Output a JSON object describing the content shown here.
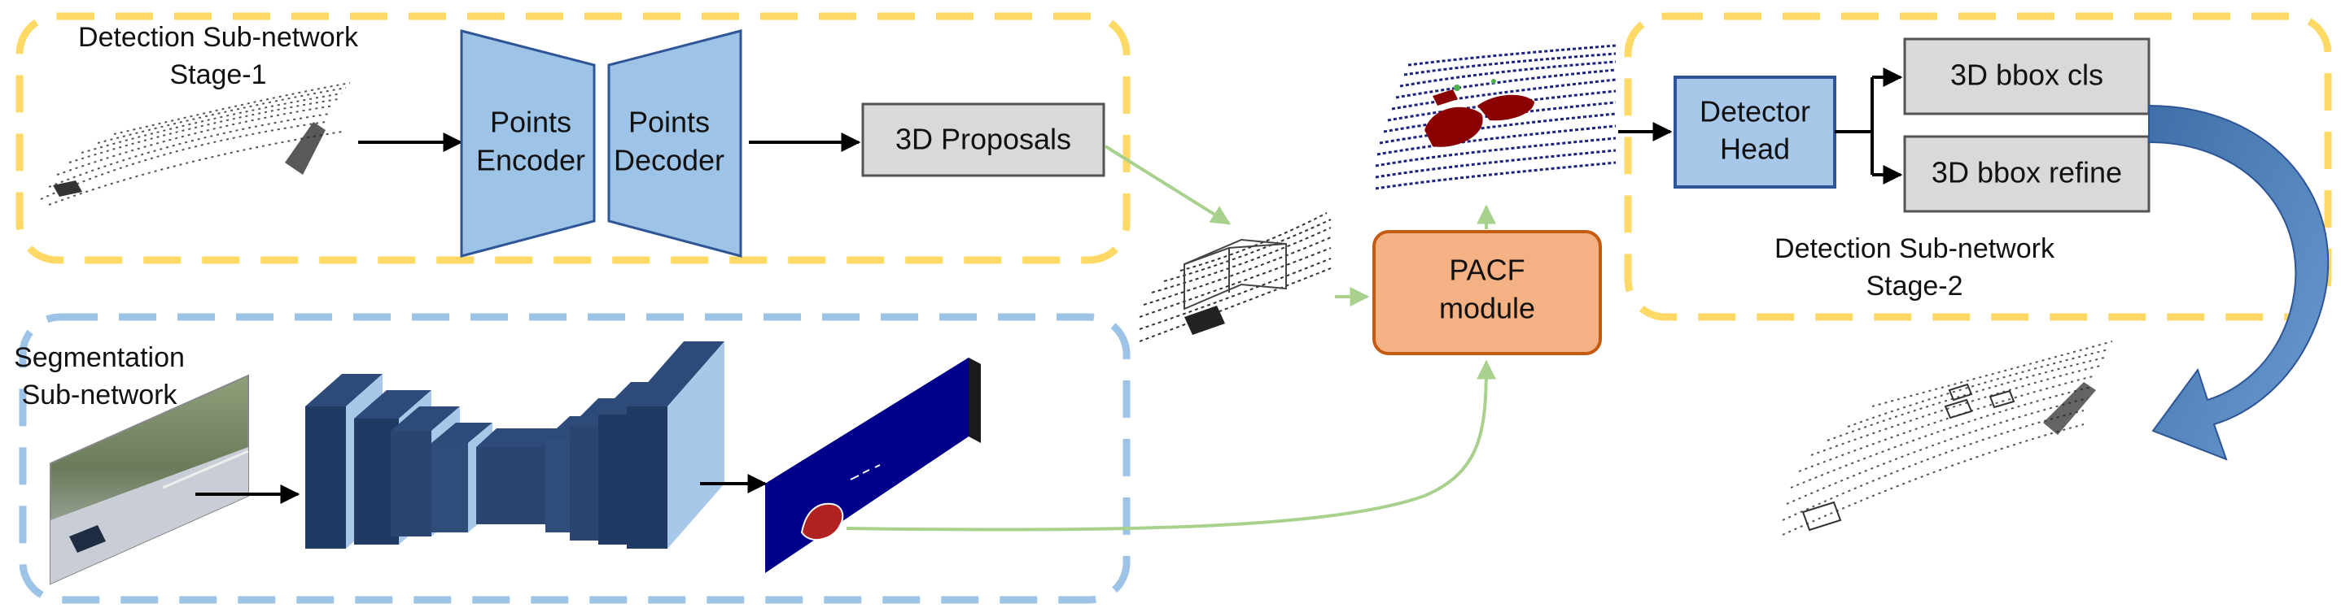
{
  "stage1": {
    "title_line1": "Detection Sub-network",
    "title_line2": "Stage-1",
    "encoder_line1": "Points",
    "encoder_line2": "Encoder",
    "decoder_line1": "Points",
    "decoder_line2": "Decoder",
    "proposals": "3D Proposals"
  },
  "segmentation": {
    "title_line1": "Segmentation",
    "title_line2": "Sub-network"
  },
  "pacf": {
    "line1": "PACF",
    "line2": "module"
  },
  "stage2": {
    "head_line1": "Detector",
    "head_line2": "Head",
    "cls": "3D bbox cls",
    "refine": "3D bbox refine",
    "title_line1": "Detection Sub-network",
    "title_line2": "Stage-2"
  },
  "colors": {
    "yellow_dash": "#ffd966",
    "blue_dash": "#9dc3e6",
    "trapezoid_fill": "#9dc3e6",
    "trapezoid_stroke": "#2e5597",
    "gray_box": "#d9d9d9",
    "pacf_fill": "#f4b183",
    "pacf_stroke": "#c55a11",
    "green_arrow": "#a9d18e",
    "cnn_dark": "#213a63",
    "cnn_light": "#a8c8ea",
    "seg_map": "#00008b",
    "car_mask": "#b22222",
    "big_arrow": "#4f81bd"
  }
}
